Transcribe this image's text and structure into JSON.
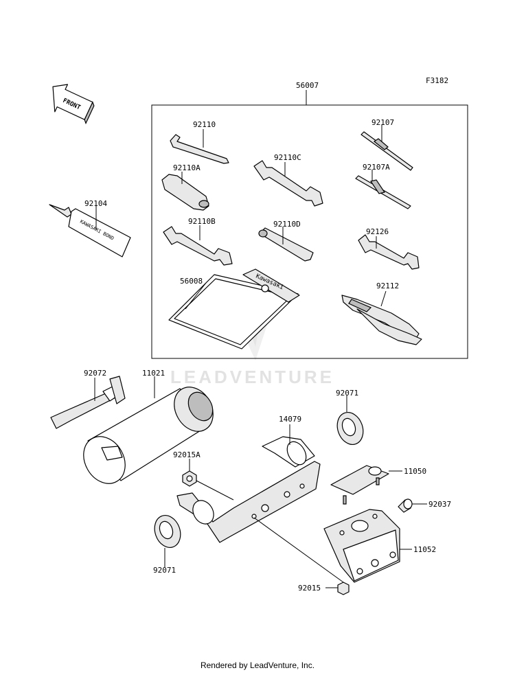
{
  "figure_code": "F3182",
  "front_arrow_label": "FRONT",
  "tube_label": "KAWASAKI BOND",
  "pouch_label": "Kawasaki",
  "watermark": "LEADVENTURE",
  "footer": "Rendered by LeadVenture, Inc.",
  "parts": {
    "p56007": "56007",
    "p92110": "92110",
    "p92107": "92107",
    "p92110A": "92110A",
    "p92110C": "92110C",
    "p92107A": "92107A",
    "p92104": "92104",
    "p92110B": "92110B",
    "p92110D": "92110D",
    "p92126": "92126",
    "p56008": "56008",
    "p92112": "92112",
    "p92072": "92072",
    "p11021": "11021",
    "p92071a": "92071",
    "p14079": "14079",
    "p92015A": "92015A",
    "p11050": "11050",
    "p92037": "92037",
    "p11052": "11052",
    "p92071b": "92071",
    "p92015": "92015"
  }
}
